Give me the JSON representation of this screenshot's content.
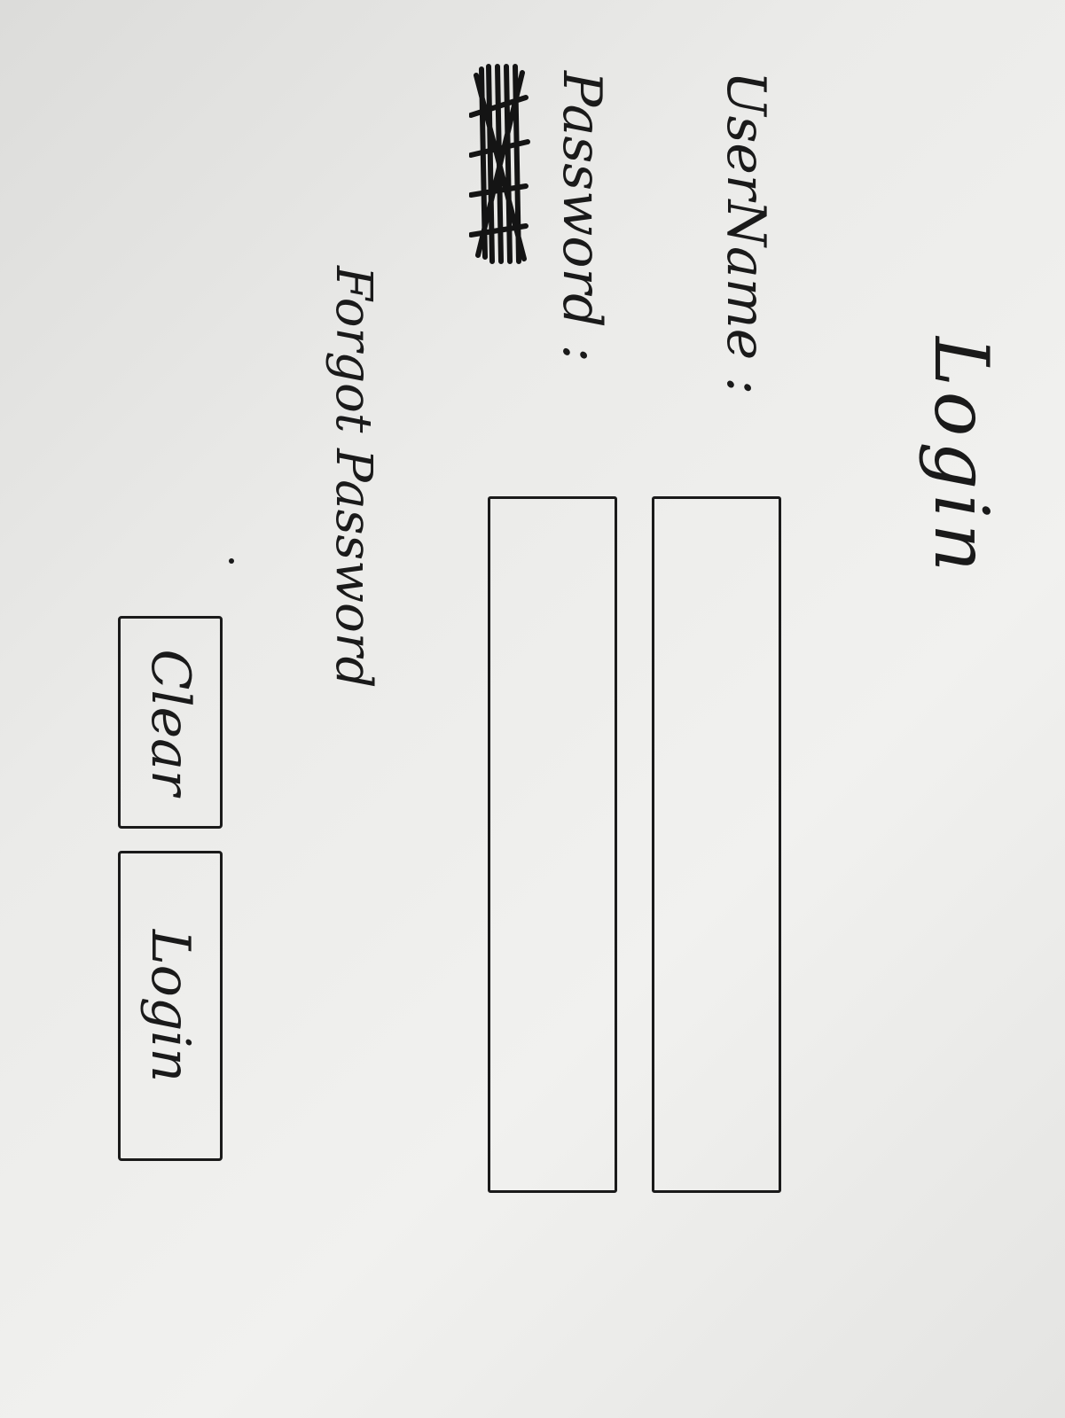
{
  "form": {
    "title": "Login",
    "username_label": "UserName :",
    "username_value": "",
    "password_label": "Password :",
    "password_value": "",
    "forgot_password_link": "Forgot Password",
    "clear_button": "Clear",
    "login_button": "Login"
  }
}
